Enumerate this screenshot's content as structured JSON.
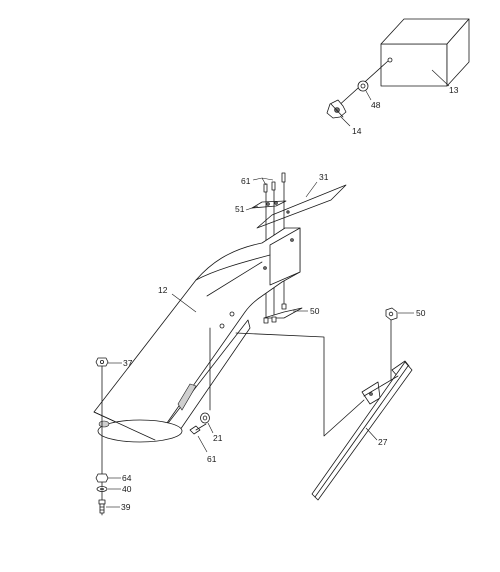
{
  "callouts": {
    "c13": "13",
    "c48": "48",
    "c14": "14",
    "c61a": "61",
    "c31": "31",
    "c51": "51",
    "c12": "12",
    "c50a": "50",
    "c50b": "50",
    "c37": "37",
    "c21": "21",
    "c61b": "61",
    "c27": "27",
    "c64": "64",
    "c40": "40",
    "c39": "39"
  }
}
